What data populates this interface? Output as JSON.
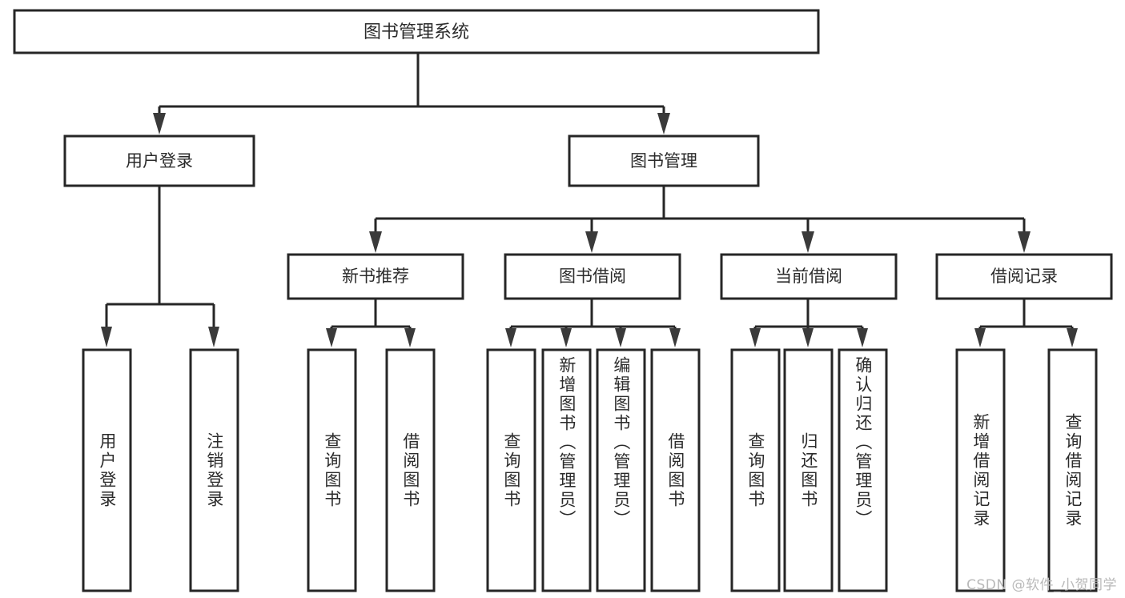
{
  "diagram": {
    "type": "tree",
    "title": "图书管理系统",
    "orientation": "top-down",
    "colors": {
      "box_stroke": "#262626",
      "box_fill": "#ffffff",
      "text": "#2b2b2b",
      "arrow": "#3a3a3a",
      "watermark": "#b9b9b9",
      "background": "#ffffff"
    },
    "root": {
      "label": "图书管理系统"
    },
    "level2": [
      {
        "id": "user-login",
        "label": "用户登录"
      },
      {
        "id": "book-manage",
        "label": "图书管理"
      }
    ],
    "level3": [
      {
        "id": "new-book-recommend",
        "label": "新书推荐",
        "parent": "book-manage"
      },
      {
        "id": "book-borrow",
        "label": "图书借阅",
        "parent": "book-manage"
      },
      {
        "id": "current-borrow",
        "label": "当前借阅",
        "parent": "book-manage"
      },
      {
        "id": "borrow-record",
        "label": "借阅记录",
        "parent": "book-manage"
      }
    ],
    "leaves": {
      "user-login": [
        {
          "id": "leaf-user-login",
          "label": "用户登录"
        },
        {
          "id": "leaf-logout",
          "label": "注销登录"
        }
      ],
      "new-book-recommend": [
        {
          "id": "leaf-query-book-1",
          "label": "查询图书"
        },
        {
          "id": "leaf-borrow-book-1",
          "label": "借阅图书"
        }
      ],
      "book-borrow": [
        {
          "id": "leaf-query-book-2",
          "label": "查询图书"
        },
        {
          "id": "leaf-add-book",
          "label": "新增图书（管理员）"
        },
        {
          "id": "leaf-edit-book",
          "label": "编辑图书（管理员）"
        },
        {
          "id": "leaf-borrow-book-2",
          "label": "借阅图书"
        }
      ],
      "current-borrow": [
        {
          "id": "leaf-query-book-3",
          "label": "查询图书"
        },
        {
          "id": "leaf-return-book",
          "label": "归还图书"
        },
        {
          "id": "leaf-confirm-return",
          "label": "确认归还（管理员）"
        }
      ],
      "borrow-record": [
        {
          "id": "leaf-add-record",
          "label": "新增借阅记录"
        },
        {
          "id": "leaf-query-record",
          "label": "查询借阅记录"
        }
      ]
    }
  },
  "watermark": {
    "text": "CSDN @软件_小贺同学"
  }
}
